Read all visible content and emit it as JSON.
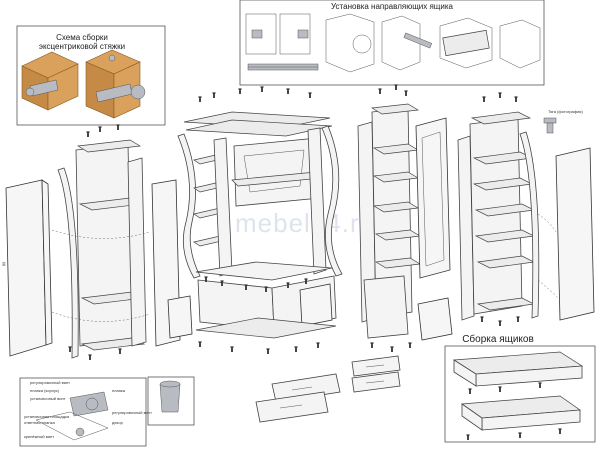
{
  "labels": {
    "eccentric_title_1": "Схема сборки",
    "eccentric_title_2": "эксцентриковой стяжки",
    "guides_title": "Установка направляющих ящика",
    "drawers_title": "Сборка ящиков",
    "tie_label": "Тяга (фотография)",
    "watermark": "mebel74.ru",
    "hinge_callouts": [
      "регулировочный винт",
      "планка (корпус)",
      "установочный винт",
      "установочная площадка",
      "ответная планка",
      "крепёжный винт",
      "планка",
      "регулировочный винт",
      "декор"
    ]
  }
}
